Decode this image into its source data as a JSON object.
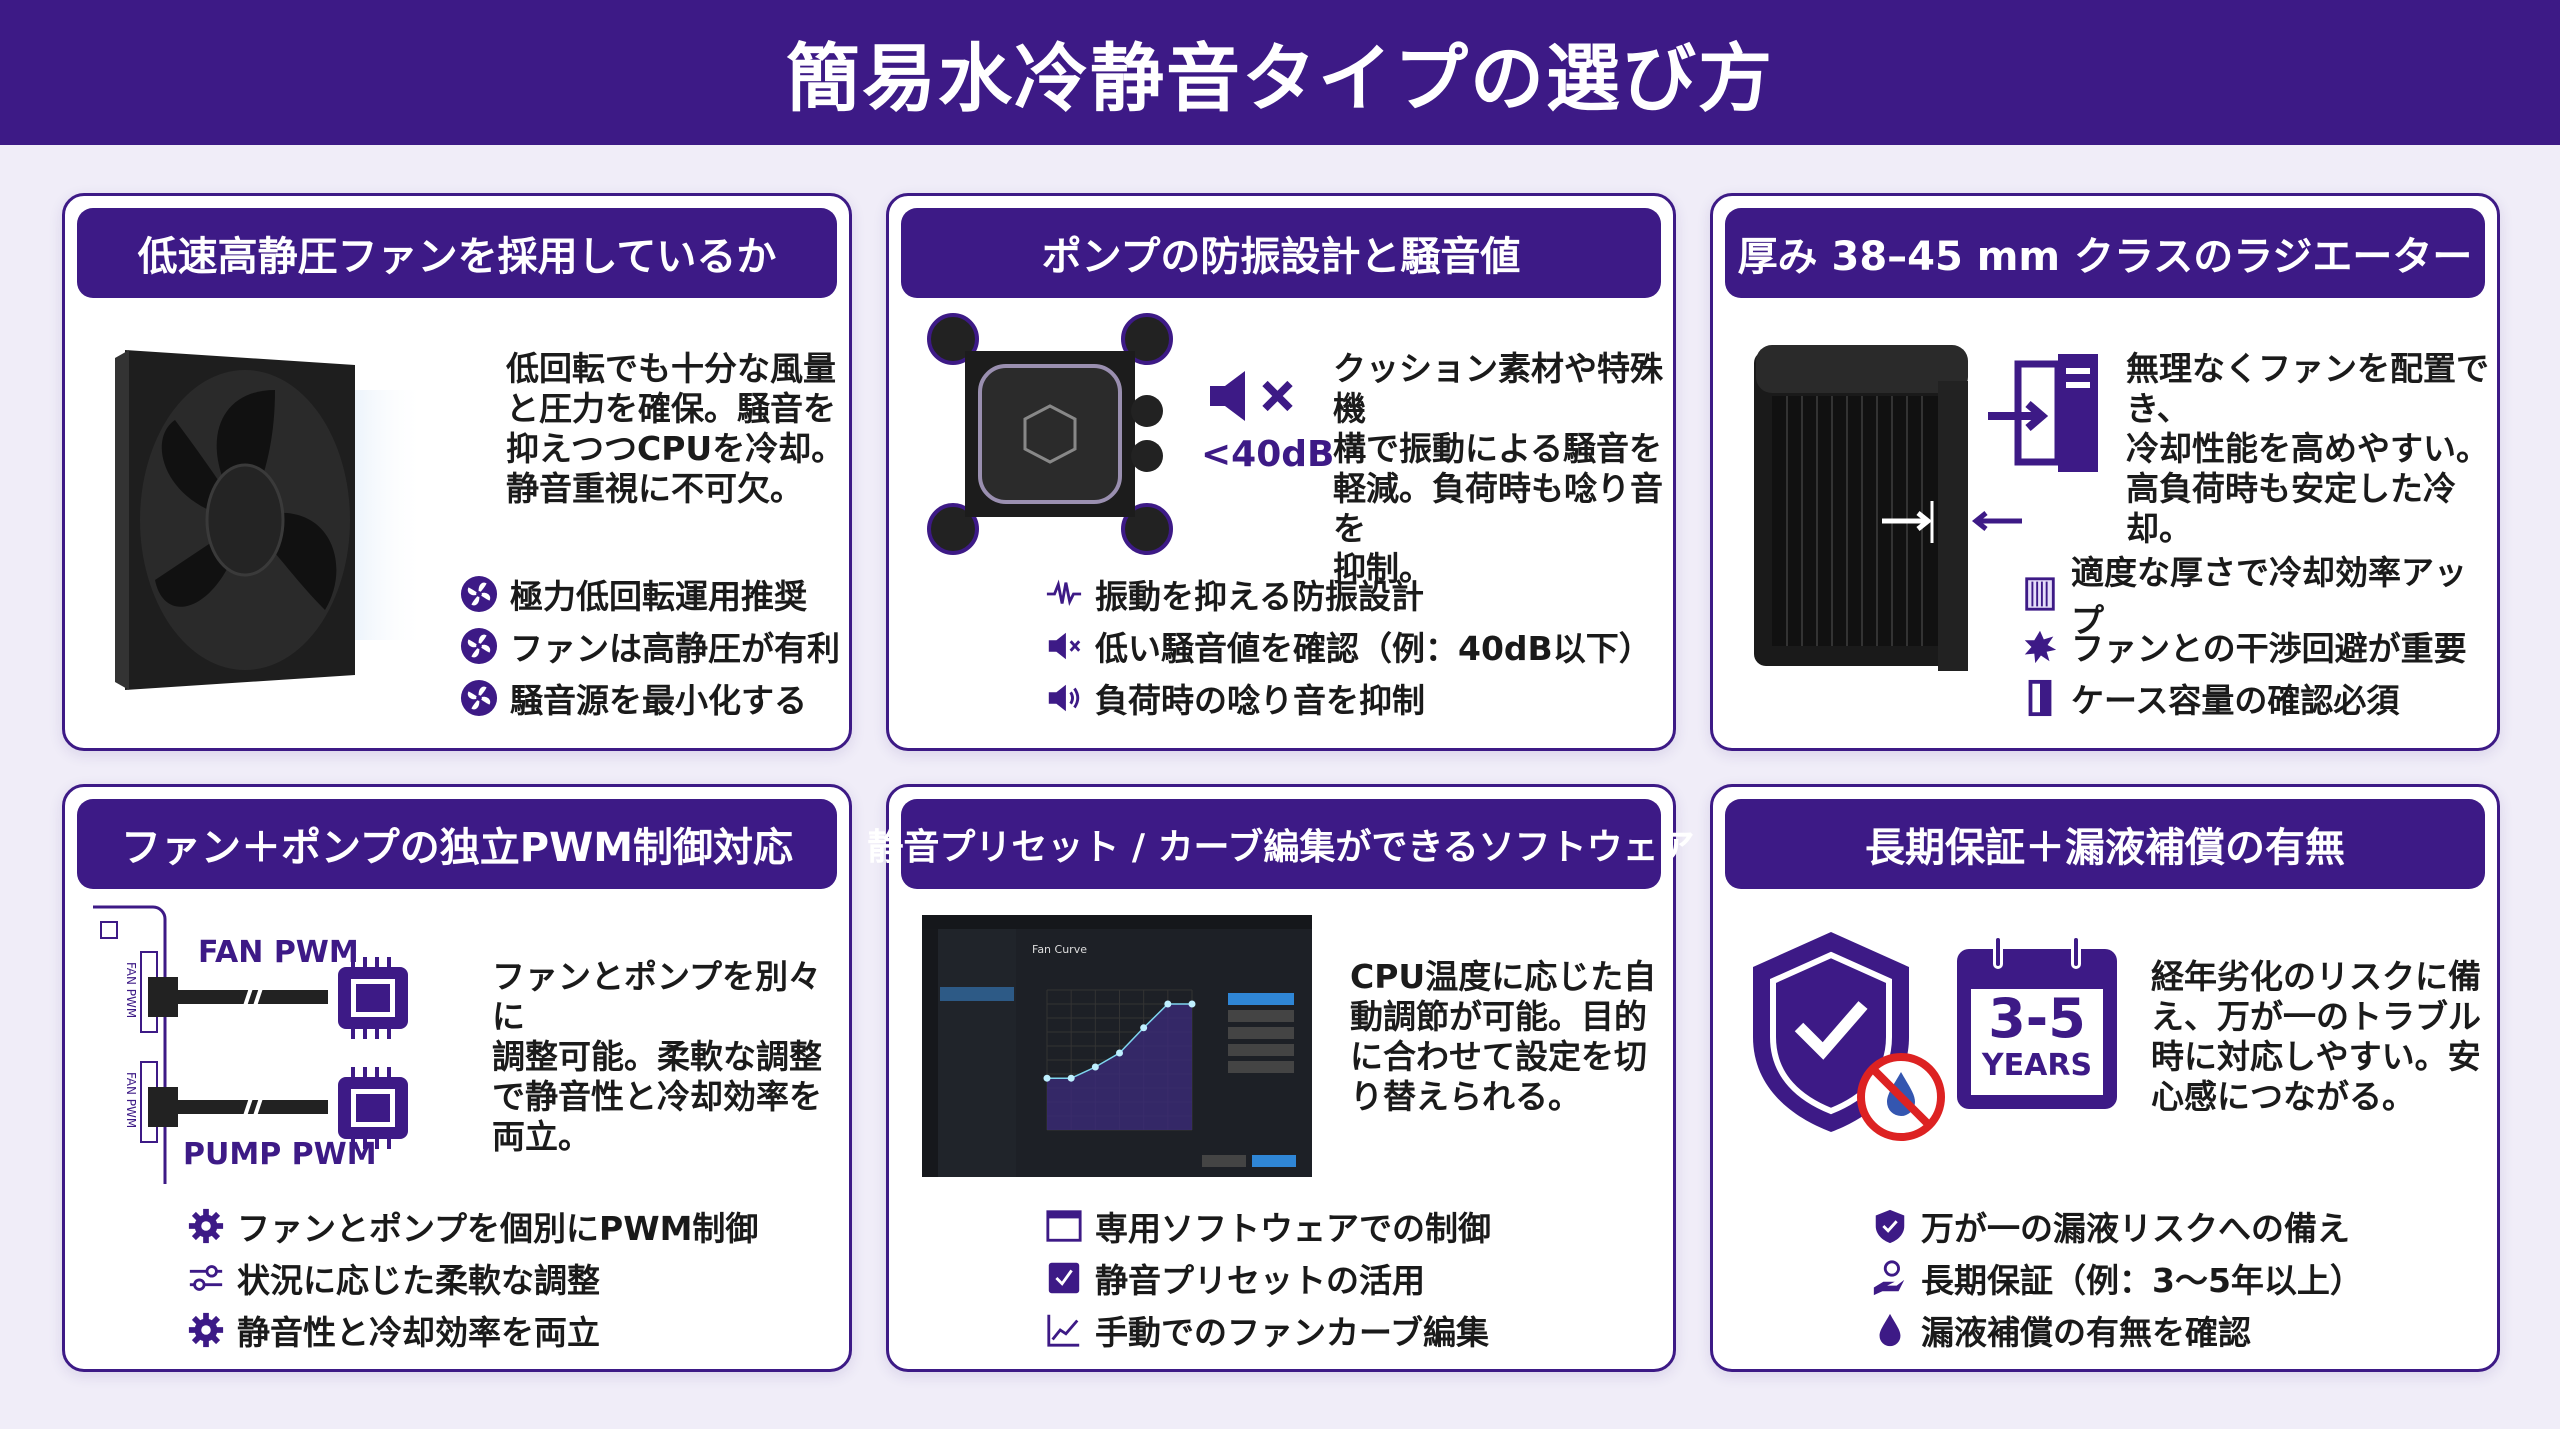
{
  "title": "簡易水冷静音タイプの選び方",
  "accent": "#3d1a86",
  "cards": [
    {
      "title": "低速高静圧ファンを採用しているか",
      "desc": [
        "低回転でも十分な風量",
        "と圧力を確保。騒音を",
        "抑えつつCPUを冷却。",
        "静音重視に不可欠。"
      ],
      "bullets": [
        {
          "icon": "fan-icon",
          "text": "極力低回転運用推奨"
        },
        {
          "icon": "fan-icon",
          "text": "ファンは高静圧が有利"
        },
        {
          "icon": "fan-icon",
          "text": "騒音源を最小化する"
        }
      ]
    },
    {
      "title": "ポンプの防振設計と騒音値",
      "noise_label": "<40dB",
      "desc": [
        "クッション素材や特殊機",
        "構で振動による騒音を",
        "軽減。負荷時も唸り音を",
        "抑制。"
      ],
      "bullets": [
        {
          "icon": "vibration-icon",
          "text": "振動を抑える防振設計"
        },
        {
          "icon": "speaker-mute-icon",
          "text": "低い騒音値を確認（例：40dB以下）"
        },
        {
          "icon": "speaker-icon",
          "text": "負荷時の唸り音を抑制"
        }
      ]
    },
    {
      "title": "厚み 38–45 mm クラスのラジエーター",
      "desc": [
        "無理なくファンを配置でき、",
        "冷却性能を高めやすい。",
        "高負荷時も安定した冷却。"
      ],
      "bullets": [
        {
          "icon": "radiator-icon",
          "text": "適度な厚さで冷却効率アップ"
        },
        {
          "icon": "collision-icon",
          "text": "ファンとの干渉回避が重要"
        },
        {
          "icon": "pc-case-icon",
          "text": "ケース容量の確認必須"
        }
      ]
    },
    {
      "title": "ファン＋ポンプの独立PWM制御対応",
      "fan_pwm": "FAN PWM",
      "pump_pwm": "PUMP PWM",
      "header1": "FAN PWM",
      "header2": "FAN PWM",
      "desc": [
        "ファンとポンプを別々に",
        "調整可能。柔軟な調整",
        "で静音性と冷却効率を",
        "両立。"
      ],
      "bullets": [
        {
          "icon": "gear-icon",
          "text": "ファンとポンプを個別にPWM制御"
        },
        {
          "icon": "sliders-icon",
          "text": "状況に応じた柔軟な調整"
        },
        {
          "icon": "gear-icon",
          "text": "静音性と冷却効率を両立"
        }
      ]
    },
    {
      "title": "静音プリセット / カーブ編集ができるソフトウェア",
      "screen_title": "Fan Curve",
      "desc": [
        "CPU温度に応じた自",
        "動調節が可能。目的",
        "に合わせて設定を切",
        "り替えられる。"
      ],
      "bullets": [
        {
          "icon": "window-icon",
          "text": "専用ソフトウェアでの制御"
        },
        {
          "icon": "preset-check-icon",
          "text": "静音プリセットの活用"
        },
        {
          "icon": "line-chart-icon",
          "text": "手動でのファンカーブ編集"
        }
      ]
    },
    {
      "title": "長期保証＋漏液補償の有無",
      "years_num": "3-5",
      "years_label": "YEARS",
      "desc": [
        "経年劣化のリスクに備",
        "え、万が一のトラブル",
        "時に対応しやすい。安",
        "心感につながる。"
      ],
      "bullets": [
        {
          "icon": "shield-check-icon",
          "text": "万が一の漏液リスクへの備え"
        },
        {
          "icon": "hand-user-icon",
          "text": "長期保証（例：3〜5年以上）"
        },
        {
          "icon": "drop-icon",
          "text": "漏液補償の有無を確認"
        }
      ]
    }
  ],
  "fan_curve": {
    "x": [
      0,
      1,
      2,
      3,
      4,
      5,
      6
    ],
    "y": [
      37,
      37,
      45,
      55,
      73,
      90,
      90
    ]
  }
}
